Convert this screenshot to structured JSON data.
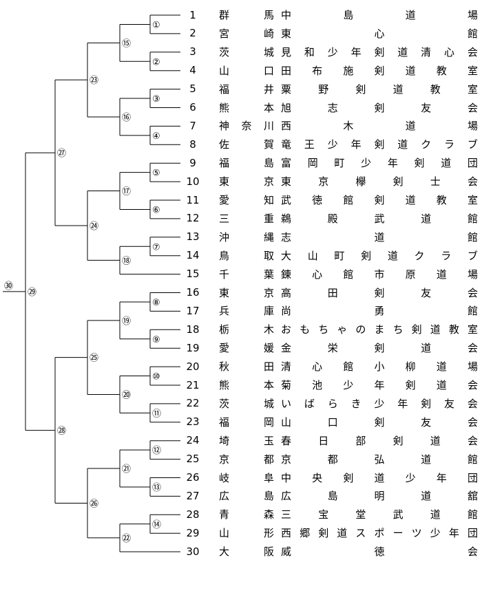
{
  "rows": [
    {
      "seed": "1",
      "pref": "群 馬",
      "team": "中 島 道 場"
    },
    {
      "seed": "2",
      "pref": "宮 崎",
      "team": "東 心 館"
    },
    {
      "seed": "3",
      "pref": "茨 城",
      "team": "見 和 少 年 剣 道 清 心 会"
    },
    {
      "seed": "4",
      "pref": "山 口",
      "team": "田 布 施 剣 道 教 室"
    },
    {
      "seed": "5",
      "pref": "福 井",
      "team": "粟 野 剣 道 教 室"
    },
    {
      "seed": "6",
      "pref": "熊 本",
      "team": "旭 志 剣 友 会"
    },
    {
      "seed": "7",
      "pref": "神 奈 川",
      "team": "西 木 道 場"
    },
    {
      "seed": "8",
      "pref": "佐 賀",
      "team": "竜 王 少 年 剣 道 ク ラ ブ"
    },
    {
      "seed": "9",
      "pref": "福 島",
      "team": "富 岡 町 少 年 剣 道 団"
    },
    {
      "seed": "10",
      "pref": "東 京",
      "team": "東 京 欅 剣 士 会"
    },
    {
      "seed": "11",
      "pref": "愛 知",
      "team": "武 徳 館 剣 道 教 室"
    },
    {
      "seed": "12",
      "pref": "三 重",
      "team": "鵜 殿 武 道 館"
    },
    {
      "seed": "13",
      "pref": "沖 縄",
      "team": "志 道 館"
    },
    {
      "seed": "14",
      "pref": "鳥 取",
      "team": "大 山 町 剣 道 ク ラ ブ"
    },
    {
      "seed": "15",
      "pref": "千 葉",
      "team": "錬 心 館 市 原 道 場"
    },
    {
      "seed": "16",
      "pref": "東 京",
      "team": "高 田 剣 友 会"
    },
    {
      "seed": "17",
      "pref": "兵 庫",
      "team": "尚 勇 館"
    },
    {
      "seed": "18",
      "pref": "栃 木",
      "team": "お も ち ゃ の ま ち 剣 道 教 室"
    },
    {
      "seed": "19",
      "pref": "愛 媛",
      "team": "金 栄 剣 道 会"
    },
    {
      "seed": "20",
      "pref": "秋 田",
      "team": "清 心 館 小 柳 道 場"
    },
    {
      "seed": "21",
      "pref": "熊 本",
      "team": "菊 池 少 年 剣 道 会"
    },
    {
      "seed": "22",
      "pref": "茨 城",
      "team": "い ば ら き 少 年 剣 友 会"
    },
    {
      "seed": "23",
      "pref": "福 岡",
      "team": "山 口 剣 友 会"
    },
    {
      "seed": "24",
      "pref": "埼 玉",
      "team": "春 日 部 剣 道 会"
    },
    {
      "seed": "25",
      "pref": "京 都",
      "team": "京 都 弘 道 館"
    },
    {
      "seed": "26",
      "pref": "岐 阜",
      "team": "中 央 剣 道 少 年 団"
    },
    {
      "seed": "27",
      "pref": "広 島",
      "team": "広 島 明 道 舘"
    },
    {
      "seed": "28",
      "pref": "青 森",
      "team": "三 宝 堂 武 道 館"
    },
    {
      "seed": "29",
      "pref": "山 形",
      "team": "西 郷 剣 道 ス ポ ー ツ 少 年 団"
    },
    {
      "seed": "30",
      "pref": "大 阪",
      "team": "威 徳 会"
    }
  ],
  "matches": [
    {
      "label": "①",
      "a": 0,
      "b": 1
    },
    {
      "label": "②",
      "a": 2,
      "b": 3
    },
    {
      "label": "③",
      "a": 4,
      "b": 5
    },
    {
      "label": "④",
      "a": 6,
      "b": 7
    },
    {
      "label": "⑤",
      "a": 8,
      "b": 9
    },
    {
      "label": "⑥",
      "a": 10,
      "b": 11
    },
    {
      "label": "⑦",
      "a": 12,
      "b": 13
    },
    {
      "label": "⑧",
      "a": 15,
      "b": 16
    },
    {
      "label": "⑨",
      "a": 17,
      "b": 18
    },
    {
      "label": "⑩",
      "a": 19,
      "b": 20
    },
    {
      "label": "⑪",
      "a": 21,
      "b": 22
    },
    {
      "label": "⑫",
      "a": 23,
      "b": 24
    },
    {
      "label": "⑬",
      "a": 25,
      "b": 26
    },
    {
      "label": "⑭",
      "a": 27,
      "b": 28
    },
    {
      "label": "⑮",
      "a": "m1",
      "b": "m2"
    },
    {
      "label": "⑯",
      "a": "m3",
      "b": "m4"
    },
    {
      "label": "⑰",
      "a": "m5",
      "b": "m6"
    },
    {
      "label": "⑱",
      "a": "m7",
      "b": 14
    },
    {
      "label": "⑲",
      "a": "m8",
      "b": "m9"
    },
    {
      "label": "⑳",
      "a": "m10",
      "b": "m11"
    },
    {
      "label": "㉑",
      "a": "m12",
      "b": "m13"
    },
    {
      "label": "㉒",
      "a": "m14",
      "b": 29
    },
    {
      "label": "㉓",
      "a": "m15",
      "b": "m16"
    },
    {
      "label": "㉔",
      "a": "m17",
      "b": "m18"
    },
    {
      "label": "㉕",
      "a": "m19",
      "b": "m20"
    },
    {
      "label": "㉖",
      "a": "m21",
      "b": "m22"
    },
    {
      "label": "㉗",
      "a": "m23",
      "b": "m24"
    },
    {
      "label": "㉘",
      "a": "m25",
      "b": "m26"
    },
    {
      "label": "㉙",
      "a": "m27",
      "b": "m28"
    },
    {
      "label": "㉚",
      "a": "m29",
      "b": null
    }
  ]
}
